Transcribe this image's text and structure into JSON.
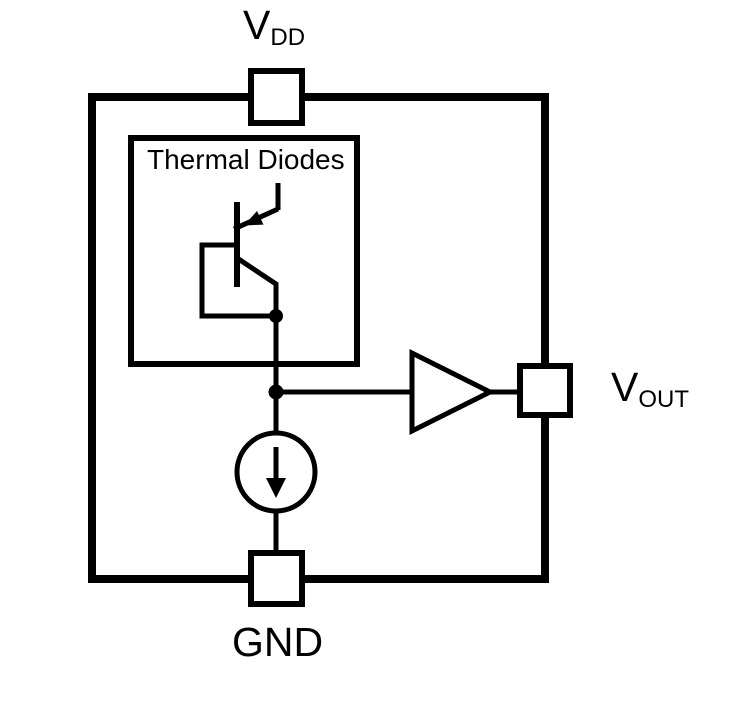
{
  "diagram": {
    "background_color": "#ffffff",
    "line_color": "#000000",
    "thermal_box": {
      "title": "Thermal Diodes"
    },
    "ports": {
      "vdd": {
        "label": "V",
        "subscript": "DD"
      },
      "vout": {
        "label": "V",
        "subscript": "OUT"
      },
      "gnd": {
        "label": "GND"
      }
    },
    "symbols": {
      "transistor": "pnp-diode-connected-transistor",
      "current_source": "current-source-down-arrow",
      "amplifier": "buffer-amplifier-triangle",
      "pads": [
        "vdd-pad",
        "vout-pad",
        "gnd-pad"
      ]
    }
  }
}
